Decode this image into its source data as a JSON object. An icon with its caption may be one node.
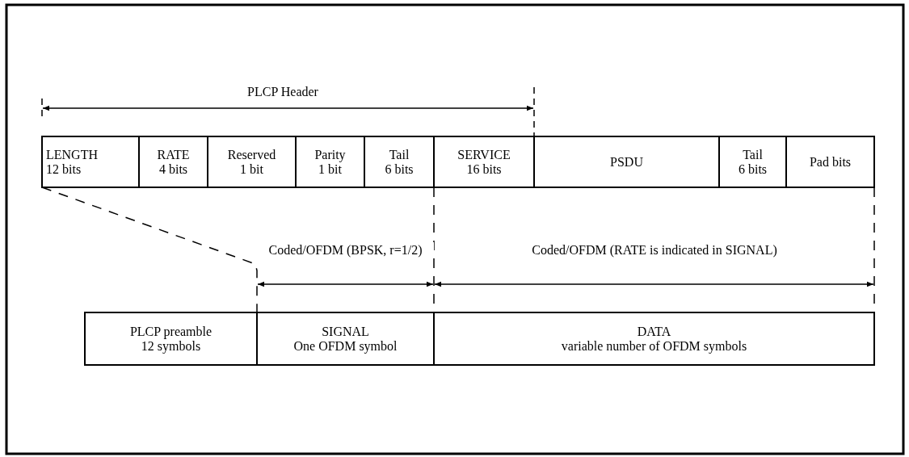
{
  "diagram": {
    "nodes": [
      {
        "text": [
          "LENGTH",
          "12 bits"
        ]
      },
      {
        "text": [
          "RATE",
          "4 bits"
        ]
      },
      {
        "text": [
          "Reserved",
          "1 bit"
        ]
      },
      {
        "text": [
          "Parity",
          "1 bit"
        ]
      },
      {
        "text": [
          "Tail",
          "6 bits"
        ]
      },
      {
        "text": [
          "SERVICE",
          "16 bits"
        ]
      },
      {
        "text": [
          "PSDU"
        ]
      },
      {
        "text": [
          "Tail",
          "6 bits"
        ]
      },
      {
        "text": [
          "Pad bits"
        ]
      },
      {
        "text": [
          "PLCP preamble",
          "12 symbols"
        ]
      },
      {
        "text": [
          "SIGNAL",
          "One OFDM symbol"
        ]
      },
      {
        "text": [
          "DATA",
          "variable number of OFDM symbols"
        ]
      }
    ],
    "edges": [
      {
        "from": 0,
        "to": 10,
        "arrow": "none",
        "style": "dashed"
      },
      {
        "from": 5,
        "to": 11,
        "arrow": "none",
        "style": "dashed"
      },
      {
        "from": 8,
        "to": 11,
        "arrow": "none",
        "style": "dashed"
      }
    ],
    "labels": [
      "PLCP Header",
      "Coded/OFDM (BPSK, r=1/2)",
      "Coded/OFDM (RATE is indicated in SIGNAL)"
    ]
  }
}
